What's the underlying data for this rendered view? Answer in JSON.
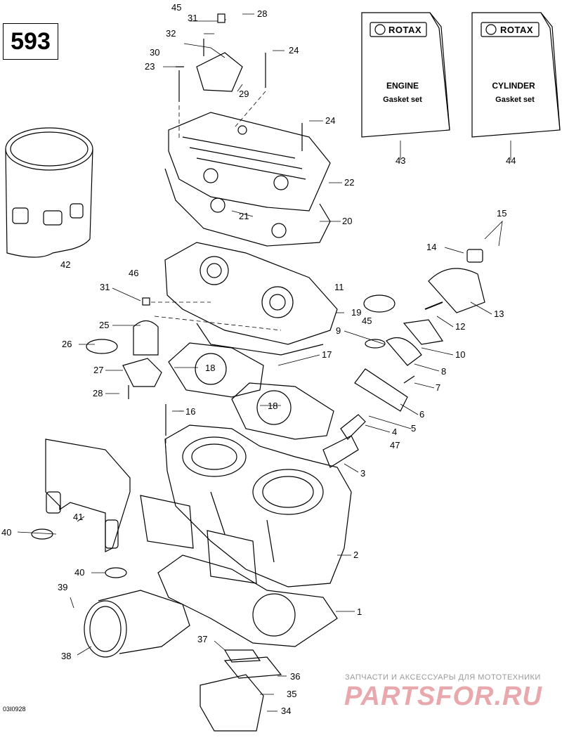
{
  "page_number": "593",
  "reference_code": "03I0928",
  "booklets": [
    {
      "brand": "ROTAX",
      "title": "ENGINE",
      "subtitle": "Gasket set"
    },
    {
      "brand": "ROTAX",
      "title": "CYLINDER",
      "subtitle": "Gasket set"
    }
  ],
  "callouts": [
    "1",
    "2",
    "3",
    "4",
    "5",
    "6",
    "7",
    "8",
    "9",
    "10",
    "11",
    "12",
    "13",
    "14",
    "15",
    "16",
    "17",
    "18",
    "18",
    "19",
    "20",
    "21",
    "22",
    "23",
    "24",
    "24",
    "25",
    "26",
    "27",
    "28",
    "28",
    "29",
    "30",
    "31",
    "31",
    "32",
    "34",
    "35",
    "36",
    "37",
    "38",
    "39",
    "40",
    "40",
    "41",
    "42",
    "43",
    "44",
    "45",
    "45",
    "46",
    "47"
  ],
  "watermark": {
    "caption": "ЗАПЧАСТИ И АКСЕССУАРЫ ДЛЯ МОТОТЕХНИКИ",
    "logo": "PARTSFOR.RU"
  },
  "colors": {
    "line": "#000000",
    "watermark_logo": "#e8a8ac",
    "watermark_caption": "#9a9a9a"
  }
}
